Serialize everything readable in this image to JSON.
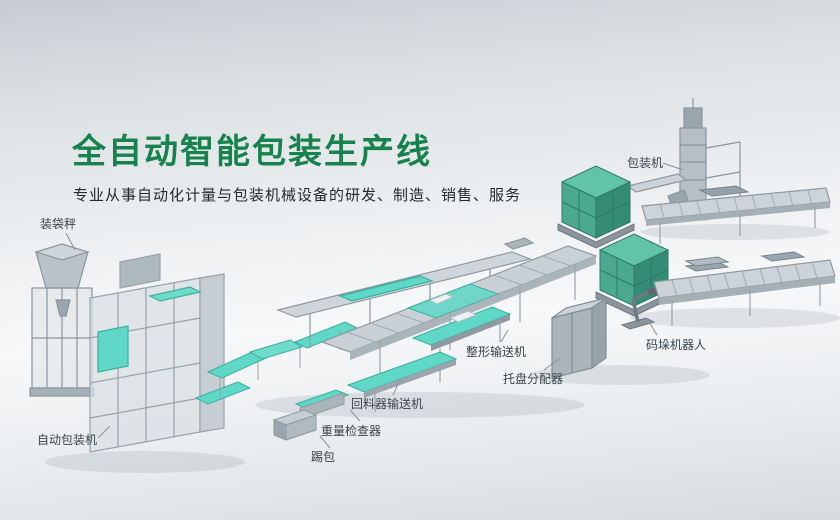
{
  "hero": {
    "title": "全自动智能包装生产线",
    "subtitle": "专业从事自动化计量与包装机械设备的研发、制造、销售、服务"
  },
  "machine_labels": [
    {
      "id": "bagging-scale",
      "text": "装袋秤"
    },
    {
      "id": "packing-machine",
      "text": "包装机"
    },
    {
      "id": "shaping-conveyor",
      "text": "整形输送机"
    },
    {
      "id": "palletizing-robot",
      "text": "码垛机器人"
    },
    {
      "id": "pallet-dispenser",
      "text": "托盘分配器"
    },
    {
      "id": "return-feeder-conveyor",
      "text": "回料器输送机"
    },
    {
      "id": "weight-checker",
      "text": "重量检查器"
    },
    {
      "id": "bag-kicker",
      "text": "踢包"
    },
    {
      "id": "auto-packing-machine",
      "text": "自动包装机"
    }
  ],
  "colors": {
    "title_green": "#17824d",
    "belt_teal": "#5fd8c7",
    "bag_stack_green": "#4aa98e",
    "machine_gray": "#aeb8bf",
    "background_top": "#c6cdd2",
    "background_bottom": "#d6dbdf"
  }
}
